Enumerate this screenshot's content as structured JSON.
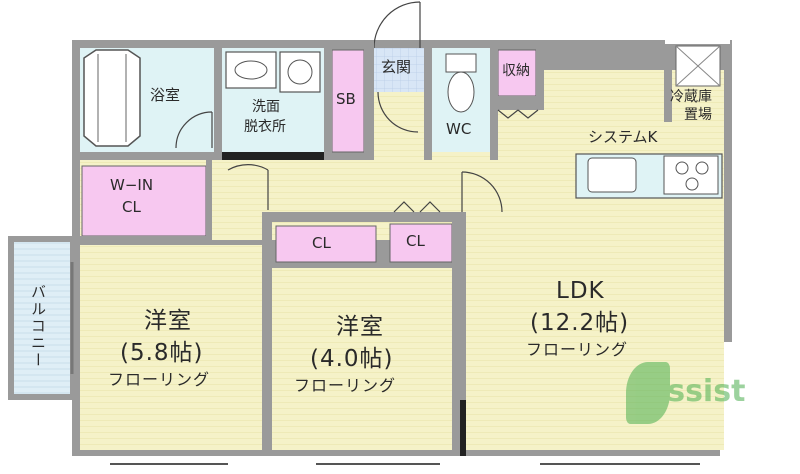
{
  "floorplan": {
    "rooms": {
      "bath": {
        "label": "浴室"
      },
      "washroom": {
        "label1": "洗面",
        "label2": "脱衣所"
      },
      "shoebox": {
        "label": "SB"
      },
      "entrance": {
        "label": "玄関"
      },
      "toilet": {
        "label": "WC"
      },
      "storage": {
        "label": "収納"
      },
      "fridge": {
        "label1": "冷蔵庫",
        "label2": "置場"
      },
      "kitchen": {
        "label": "システムK"
      },
      "walkin_closet": {
        "label1": "W−IN",
        "label2": "CL"
      },
      "closet_1": {
        "label": "CL"
      },
      "closet_2": {
        "label": "CL"
      },
      "balcony": {
        "label": "バルコニー"
      },
      "western_room_1": {
        "name": "洋室",
        "size": "(5.8帖)",
        "floor": "フローリング"
      },
      "western_room_2": {
        "name": "洋室",
        "size": "(4.0帖)",
        "floor": "フローリング"
      },
      "ldk": {
        "name": "LDK",
        "size": "(12.2帖)",
        "floor": "フローリング"
      }
    },
    "watermark": {
      "text": "Assist"
    },
    "colors": {
      "wall": "#8a8a8a",
      "floor_wood": "#f5f2c8",
      "wet_area": "#dff3f5",
      "closet": "#f7c8f0",
      "entrance_tile": "#d8e6f6",
      "balcony": "#dfeef6",
      "watermark": "#4caf50"
    }
  }
}
